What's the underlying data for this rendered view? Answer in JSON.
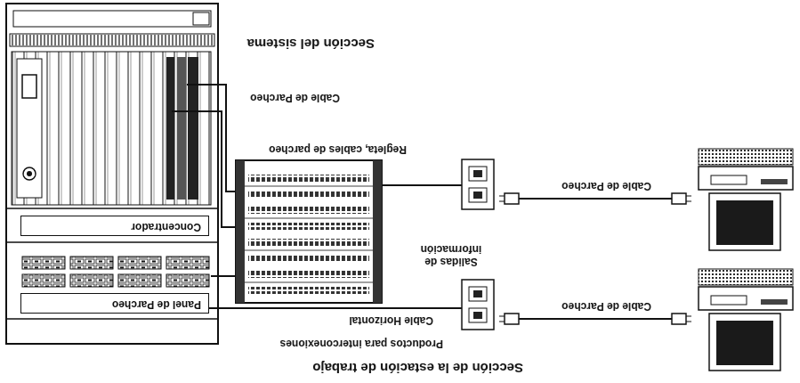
{
  "diagram": {
    "title": "Sección de la estación de trabajo",
    "nodes": [
      {
        "text": [
          "Panel de Parcheo"
        ]
      },
      {
        "text": [
          "Concentrador"
        ]
      }
    ],
    "labels": [
      "Productos para interconexiones",
      "Cable Horizontal",
      "Salidas de información",
      "Cable de Parcheo",
      "Cable de Parcheo",
      "Regleta, cables de parcheo",
      "Cable de Parcheo",
      "Sección del sistema"
    ]
  }
}
